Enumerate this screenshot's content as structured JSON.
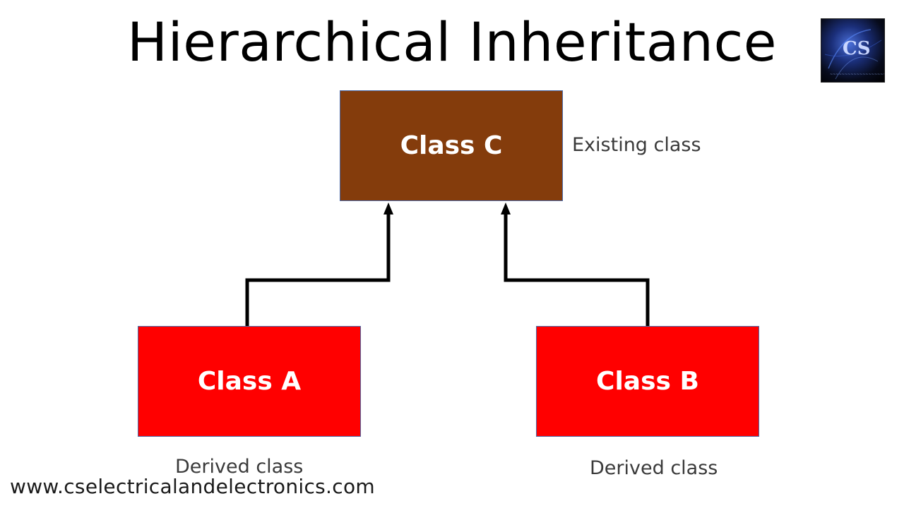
{
  "title": "Hierarchical Inheritance",
  "logo": {
    "icon": "cs-logo",
    "text": "CS"
  },
  "diagram": {
    "parent": {
      "label": "Class C",
      "note": "Existing class",
      "color": "#843C0C"
    },
    "children": [
      {
        "label": "Class A",
        "note": "Derived class",
        "color": "#FF0000"
      },
      {
        "label": "Class B",
        "note": "Derived class",
        "color": "#FF0000"
      }
    ],
    "edge_color": "#000000"
  },
  "footer": {
    "url": "www.cselectricalandelectronics.com"
  }
}
